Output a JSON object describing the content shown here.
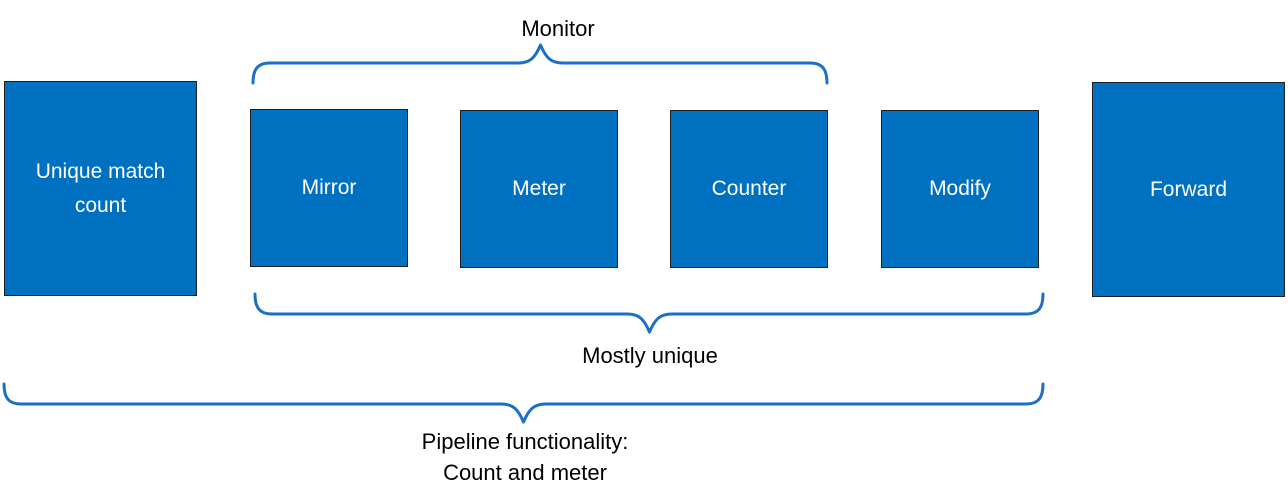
{
  "diagram": {
    "boxes": [
      {
        "id": "unique-match-count",
        "label": "Unique match count"
      },
      {
        "id": "mirror",
        "label": "Mirror"
      },
      {
        "id": "meter",
        "label": "Meter"
      },
      {
        "id": "counter",
        "label": "Counter"
      },
      {
        "id": "modify",
        "label": "Modify"
      },
      {
        "id": "forward",
        "label": "Forward"
      }
    ],
    "annotations": {
      "monitor": "Monitor",
      "mostly_unique": "Mostly unique",
      "pipeline_line1": "Pipeline functionality:",
      "pipeline_line2": "Count and meter"
    },
    "colors": {
      "box_fill": "#0070C0",
      "box_border": "#1F1F1F",
      "box_text": "#FFFFFF",
      "brace_stroke": "#1B6FC4",
      "annotation_text": "#000000"
    }
  }
}
